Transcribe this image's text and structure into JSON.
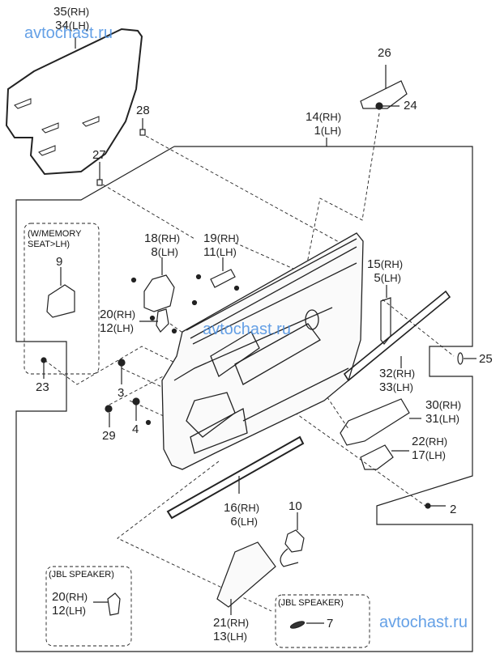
{
  "watermark": "avtochast.ru",
  "notes": {
    "memory_seat_1": "(W/MEMORY",
    "memory_seat_2": "SEAT>LH)",
    "jbl_speaker_left": "(JBL SPEAKER)",
    "jbl_speaker_right": "(JBL SPEAKER)"
  },
  "callouts": {
    "p35_34": {
      "rh": "35",
      "lh": "34"
    },
    "p26": "26",
    "p24": "24",
    "p28": "28",
    "p27": "27",
    "p14_1": {
      "rh": "14",
      "lh": "1"
    },
    "p18_8": {
      "rh": "18",
      "lh": "8"
    },
    "p19_11": {
      "rh": "19",
      "lh": "11"
    },
    "p9": "9",
    "p15_5": {
      "rh": "15",
      "lh": "5"
    },
    "p20_12": {
      "rh": "20",
      "lh": "12"
    },
    "p25": "25",
    "p23": "23",
    "p3": "3",
    "p32_33": {
      "rh": "32",
      "lh": "33"
    },
    "p30_31": {
      "rh": "30",
      "lh": "31"
    },
    "p29": "29",
    "p4": "4",
    "p22_17": {
      "rh": "22",
      "lh": "17"
    },
    "p2": "2",
    "p16_6": {
      "rh": "16",
      "lh": "6"
    },
    "p10": "10",
    "p20_12_jbl": {
      "rh": "20",
      "lh": "12"
    },
    "p21_13": {
      "rh": "21",
      "lh": "13"
    },
    "p7": "7"
  },
  "suffix": {
    "rh": "(RH)",
    "lh": "(LH)"
  }
}
